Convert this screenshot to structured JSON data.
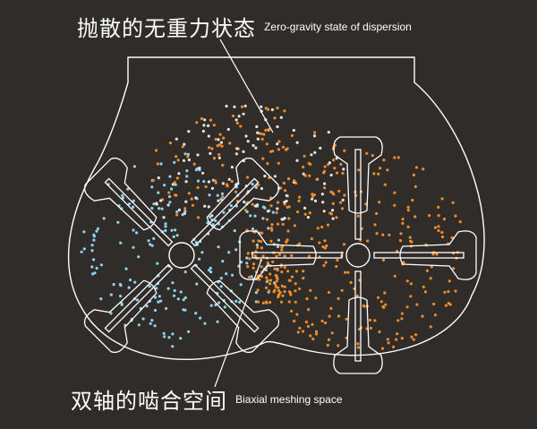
{
  "labels": {
    "top": {
      "cn": "抛散的无重力状态",
      "en": "Zero-gravity state of dispersion"
    },
    "bottom": {
      "cn": "双轴的啮合空间",
      "en": "Biaxial meshing space"
    }
  },
  "colors": {
    "background": "#2f2c2a",
    "outline": "#ffffff",
    "left_particles": "#8fd3ef",
    "right_particles": "#ef8b2c"
  }
}
